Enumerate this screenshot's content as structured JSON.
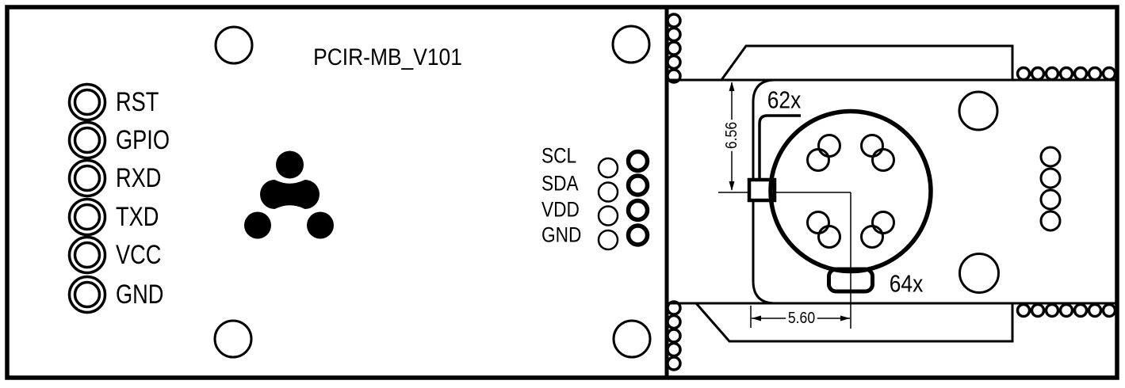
{
  "page": {
    "background": "#ffffff",
    "ink": "#000000"
  },
  "left_board": {
    "title": "PCIR-MB_V101",
    "header_pins": [
      {
        "label": "RST"
      },
      {
        "label": "GPIO"
      },
      {
        "label": "RXD"
      },
      {
        "label": "TXD"
      },
      {
        "label": "VCC"
      },
      {
        "label": "GND"
      }
    ],
    "i2c_pins": [
      {
        "label": "SCL"
      },
      {
        "label": "SDA"
      },
      {
        "label": "VDD"
      },
      {
        "label": "GND"
      }
    ]
  },
  "right_board": {
    "annotation_62x": "62x",
    "annotation_64x": "64x",
    "dim_vertical": "6.56",
    "dim_horizontal": "5.60"
  }
}
